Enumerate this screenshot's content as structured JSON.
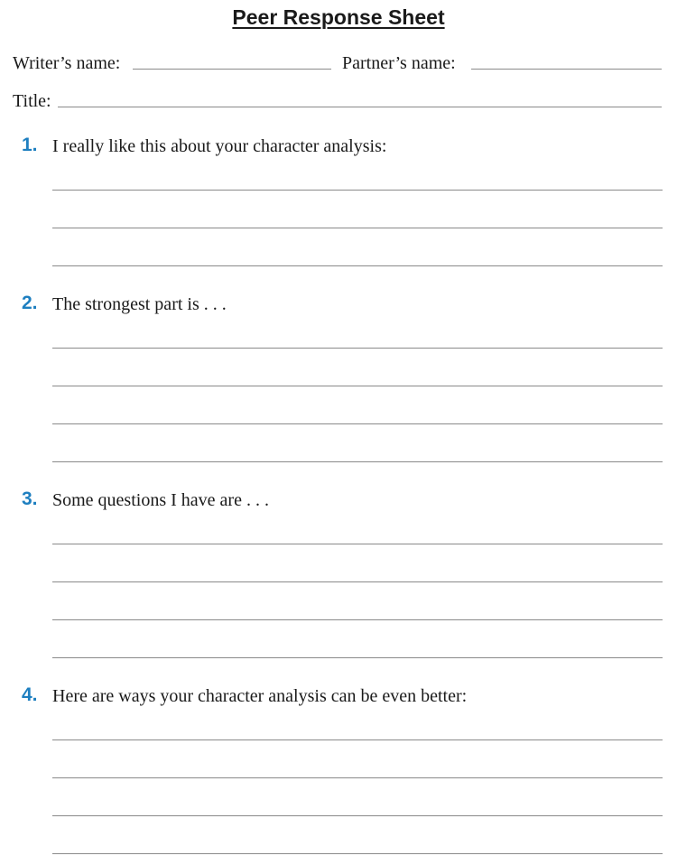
{
  "header": {
    "title": "Peer Response Sheet"
  },
  "fields": {
    "writer_label": "Writer’s name:",
    "partner_label": "Partner’s name:",
    "title_label": "Title:"
  },
  "questions": [
    {
      "number": "1.",
      "text": "I really like this about your character analysis:",
      "lines": 3
    },
    {
      "number": "2.",
      "text": "The strongest part is . . .",
      "lines": 4
    },
    {
      "number": "3.",
      "text": "Some questions I have are . . .",
      "lines": 4
    },
    {
      "number": "4.",
      "text": "Here are ways your character analysis can be even better:",
      "lines": 4
    }
  ],
  "colors": {
    "question_number": "#1e7fc0",
    "rule_line": "#8a8a8a"
  }
}
